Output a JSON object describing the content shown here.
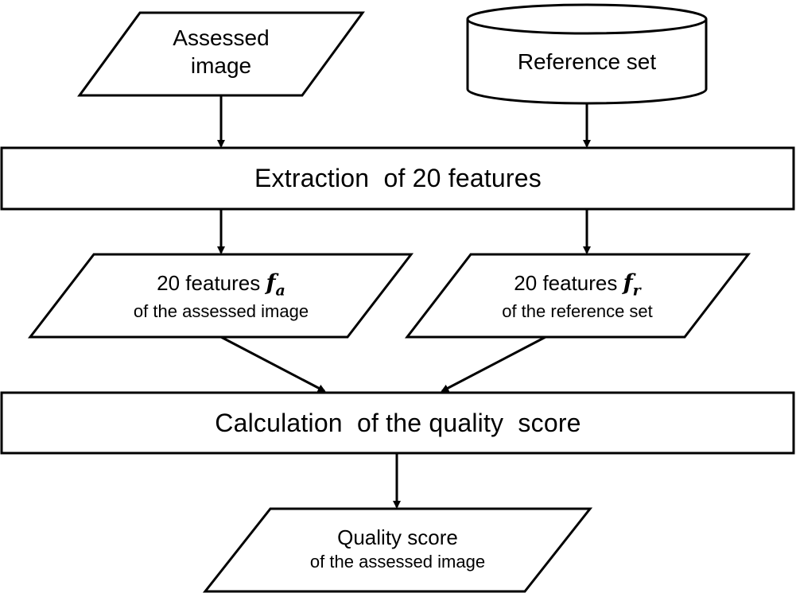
{
  "nodes": {
    "assessed_image": {
      "line1": "Assessed",
      "line2": "image"
    },
    "reference_set": {
      "label": "Reference set"
    },
    "extraction": {
      "label": "Extraction  of 20 features"
    },
    "features_assessed": {
      "title": "20 features",
      "symbol": "f",
      "subscript": "a",
      "subtitle": "of the assessed image"
    },
    "features_reference": {
      "title": "20 features",
      "symbol": "f",
      "subscript": "r",
      "subtitle": "of the reference set"
    },
    "calculation": {
      "label": "Calculation  of the quality  score"
    },
    "quality_score": {
      "title": "Quality score",
      "subtitle": "of the assessed image"
    }
  },
  "colors": {
    "stroke": "#000000",
    "fill": "#ffffff"
  }
}
